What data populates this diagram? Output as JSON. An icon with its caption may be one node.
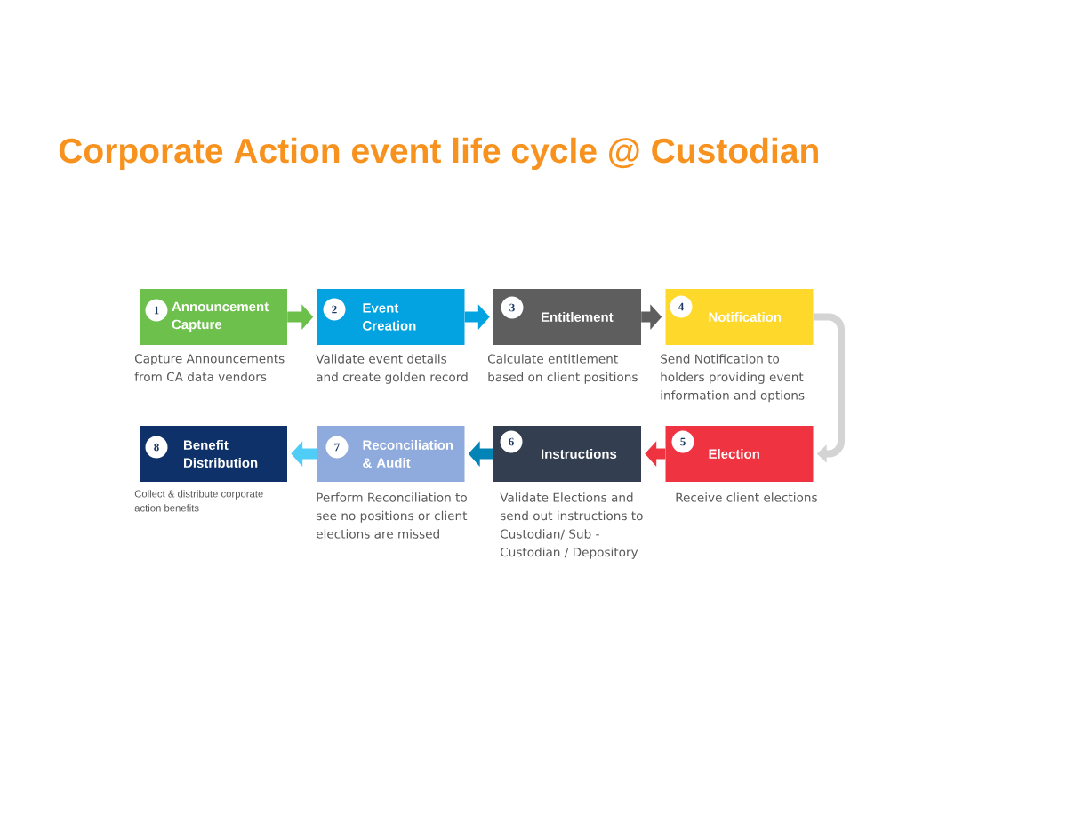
{
  "diagram": {
    "title": "Corporate Action event life cycle @ Custodian",
    "nodes": [
      {
        "text": [
          "Announcement Capture"
        ],
        "beside": [
          "Capture Announcements from CA data vendors"
        ]
      },
      {
        "text": [
          "1"
        ],
        "in": 0
      },
      {
        "text": [
          "Event Creation"
        ],
        "beside": [
          "Validate event details and create golden record"
        ]
      },
      {
        "text": [
          "2"
        ],
        "in": 2
      },
      {
        "text": [
          "Entitlement"
        ],
        "beside": [
          "Calculate entitlement based on client positions"
        ]
      },
      {
        "text": [
          "3"
        ],
        "in": 4
      },
      {
        "text": [
          "Notification"
        ],
        "beside": [
          "Send Notification to holders providing event information and options"
        ]
      },
      {
        "text": [
          "4"
        ],
        "in": 6
      },
      {
        "text": [
          "Election"
        ],
        "beside": [
          "Receive client elections"
        ]
      },
      {
        "text": [
          "5"
        ],
        "in": 8
      },
      {
        "text": [
          "Instructions"
        ],
        "beside": [
          "Validate Elections and send out instructions to Custodian/ Sub - Custodian / Depository"
        ]
      },
      {
        "text": [
          "6"
        ],
        "in": 10
      },
      {
        "text": [
          "Reconciliation & Audit"
        ],
        "beside": [
          "Perform Reconciliation to see no positions or client elections are missed"
        ]
      },
      {
        "text": [
          "7"
        ],
        "in": 12
      },
      {
        "text": [
          "Benefit Distribution"
        ],
        "beside": [
          "Collect & distribute corporate action benefits"
        ]
      },
      {
        "text": [
          "8"
        ],
        "in": 14
      }
    ],
    "edges": [
      {
        "from": 0,
        "to": 2,
        "arrow": "to",
        "color": "#6cc04a"
      },
      {
        "from": 2,
        "to": 4,
        "arrow": "to",
        "color": "#03a3e1"
      },
      {
        "from": 4,
        "to": 6,
        "arrow": "to",
        "color": "#5e5e5e"
      },
      {
        "from": 6,
        "to": 8,
        "arrow": "to",
        "color": "#d4d4d4"
      },
      {
        "from": 8,
        "to": 10,
        "arrow": "to",
        "color": "#ef3340"
      },
      {
        "from": 10,
        "to": 12,
        "arrow": "to",
        "color": "#0284b6"
      },
      {
        "from": 12,
        "to": 14,
        "arrow": "to",
        "color": "#4fcdf7"
      }
    ]
  }
}
